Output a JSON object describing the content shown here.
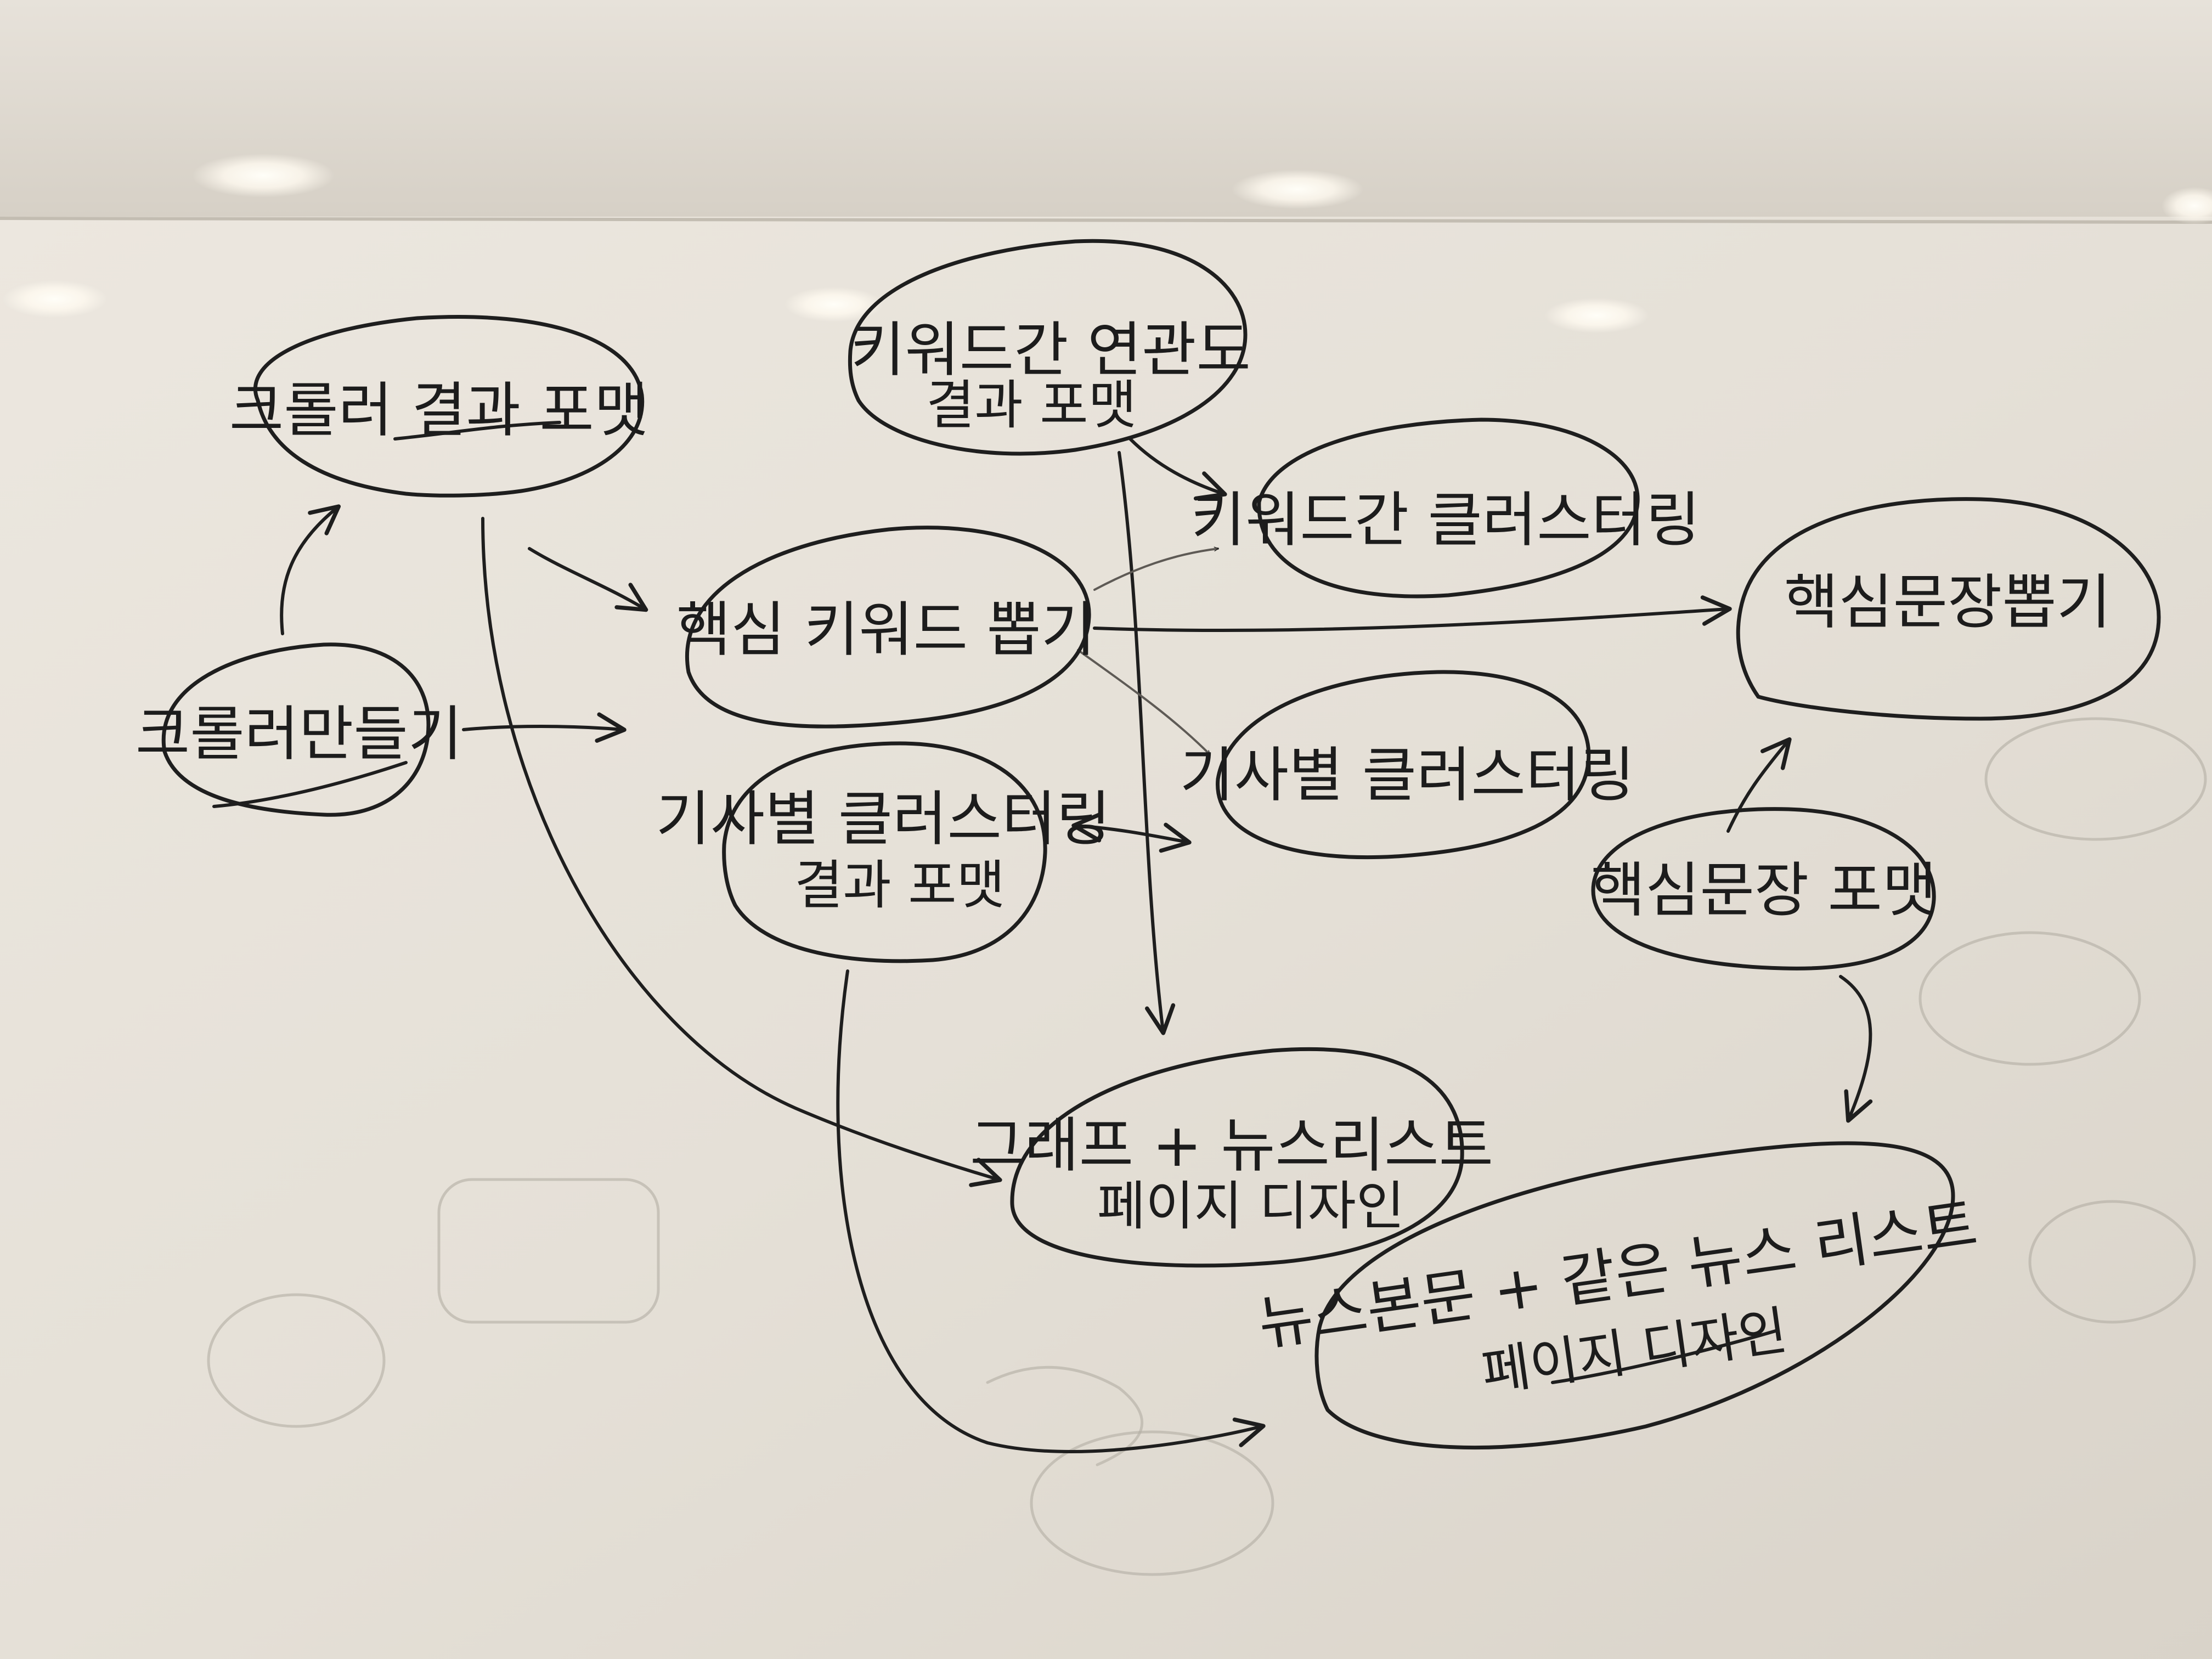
{
  "nodes": {
    "crawl_result_format": {
      "lines": [
        "크롤러 결과 포맷"
      ]
    },
    "keyword_relation_format": {
      "lines": [
        "키워드간 연관도",
        "결과 포맷"
      ]
    },
    "keyword_clustering": {
      "lines": [
        "키워드간 클러스터링"
      ]
    },
    "core_sentence_extract": {
      "lines": [
        "핵심문장뽑기"
      ]
    },
    "make_crawler": {
      "lines": [
        "크롤러만들기"
      ]
    },
    "core_keyword_extract": {
      "lines": [
        "핵심 키워드 뽑기"
      ]
    },
    "article_clustering": {
      "lines": [
        "기사별 클러스터링"
      ]
    },
    "article_clustering_result_format": {
      "lines": [
        "기사별 클러스터링",
        "결과 포맷"
      ]
    },
    "core_sentence_format": {
      "lines": [
        "핵심문장 포맷"
      ]
    },
    "graph_newslist_page_design": {
      "lines": [
        "그래프 + 뉴스리스트",
        "페이지 디자인"
      ]
    },
    "news_body_similar_list_page_design": {
      "lines": [
        "뉴스본문 + 같은 뉴스 리스트",
        "페이지 디자인"
      ]
    }
  },
  "colors": {
    "ink": "#1e1e1e",
    "board": "#e6e1d9",
    "wall": "#cdc7bd",
    "light": "#fffdf5"
  }
}
